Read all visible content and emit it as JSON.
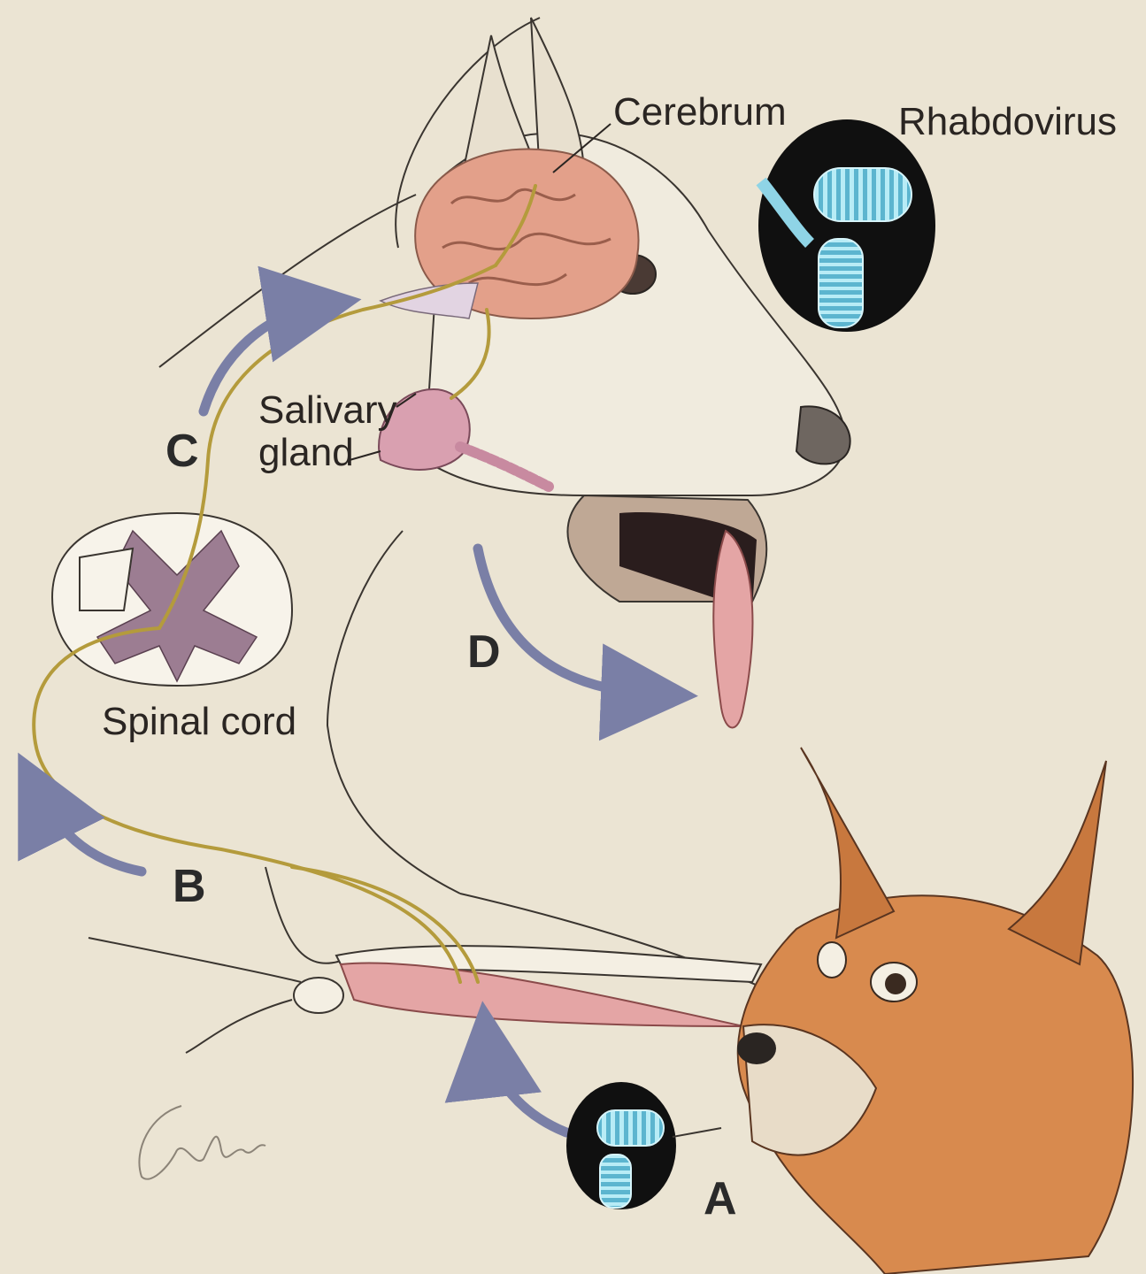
{
  "labels": {
    "cerebrum": "Cerebrum",
    "rhabdovirus": "Rhabdovirus",
    "salivary_gland_line1": "Salivary",
    "salivary_gland_line2": "gland",
    "spinal_cord": "Spinal cord"
  },
  "steps": {
    "a": "A",
    "b": "B",
    "c": "C",
    "d": "D"
  },
  "signature": "Carter",
  "colors": {
    "background": "#ebe4d3",
    "nerve": "#b49b3c",
    "arrow": "#7a7fa6",
    "brain": "#e3a08a",
    "spinal_gray_matter": "#9c7d92",
    "muscle": "#e4a5a5",
    "fox_fur": "#d88a4e",
    "virus_body": "#8fd4e6",
    "virus_inset_bg": "#101010"
  }
}
